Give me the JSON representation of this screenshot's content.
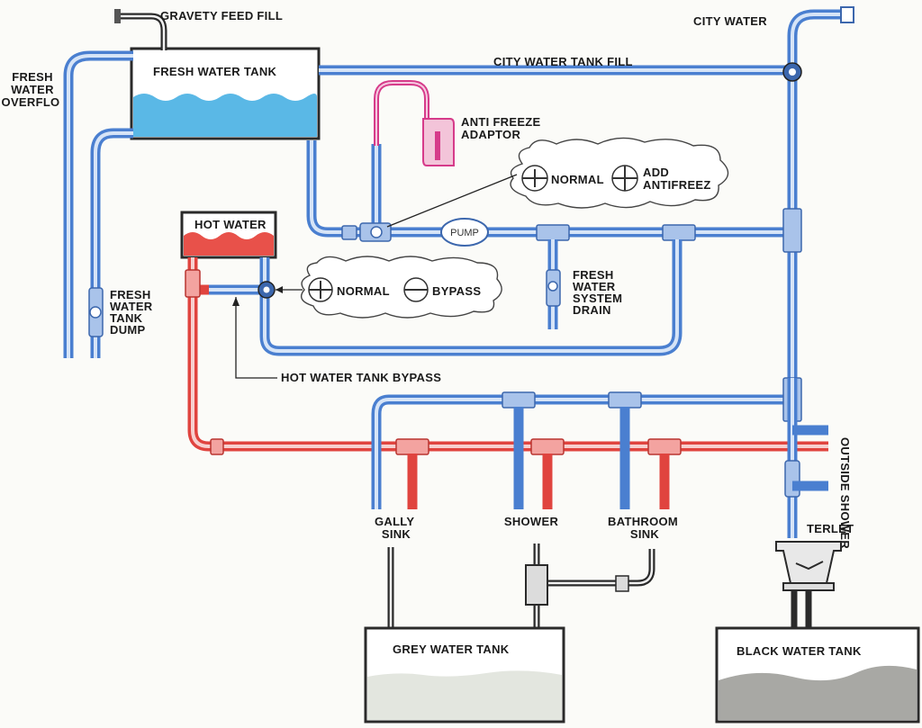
{
  "labels": {
    "gravity_fill": "GRAVETY FEED FILL",
    "fresh_tank": "FRESH WATER TANK",
    "fresh_overflow": [
      "FRESH",
      "WATER",
      "OVERFLO"
    ],
    "city_water": "CITY WATER",
    "city_tank_fill": "CITY WATER TANK FILL",
    "antifreeze_adaptor": [
      "ANTI FREEZE",
      "ADAPTOR"
    ],
    "valve1_normal": "NORMAL",
    "valve1_add": [
      "ADD",
      "ANTIFREEZ"
    ],
    "hot_water": "HOT WATER",
    "pump": "PUMP",
    "fresh_dump": [
      "FRESH",
      "WATER",
      "TANK",
      "DUMP"
    ],
    "valve2_normal": "NORMAL",
    "valve2_bypass": "BYPASS",
    "system_drain": [
      "FRESH",
      "WATER",
      "SYSTEM",
      "DRAIN"
    ],
    "hot_bypass": "HOT WATER TANK BYPASS",
    "outside_shower": "OUTSIDE SHOWER",
    "galley_sink": [
      "GALLY",
      "SINK"
    ],
    "shower": "SHOWER",
    "bathroom_sink": [
      "BATHROOM",
      "SINK"
    ],
    "toilet": "TERLET",
    "grey_tank": "GREY WATER TANK",
    "black_tank": "BLACK WATER TANK"
  },
  "colors": {
    "cold_line": "#4a7fd0",
    "hot_line": "#e0443f",
    "waste_line": "#2a2a2a",
    "antifreeze_line": "#d63b8a",
    "fresh_water": "#5ab8e6",
    "hot_water_fill": "#e8514a",
    "grey_water": "#e3e6df",
    "black_water": "#a8a8a4"
  }
}
